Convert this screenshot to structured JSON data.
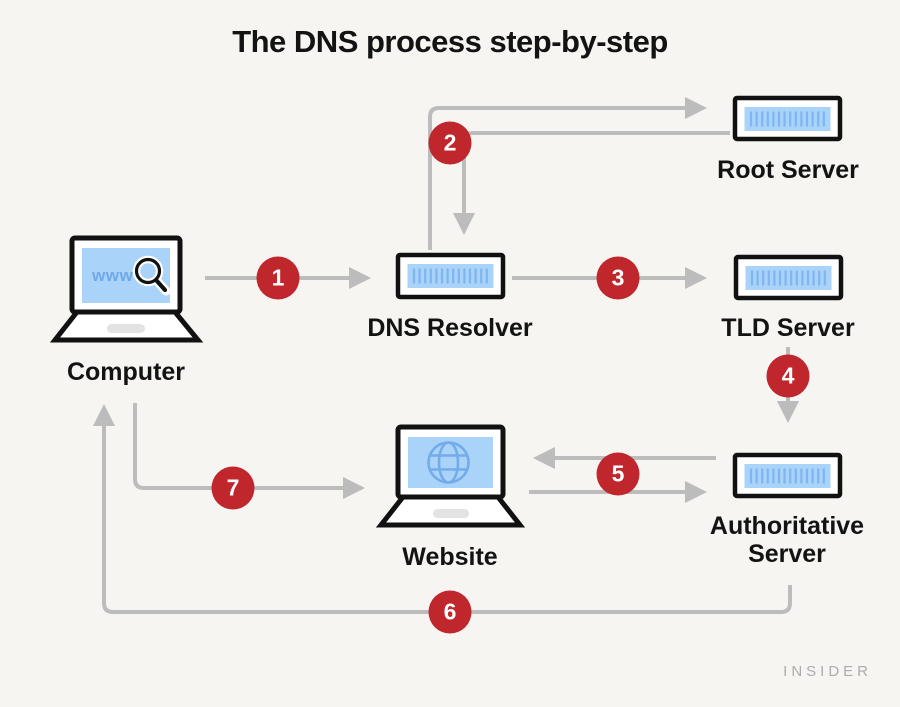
{
  "title": "The DNS process step-by-step",
  "watermark": "INSIDER",
  "computer_screen_text": "www",
  "colors": {
    "background": "#F6F5F2",
    "arrow_gray": "#BCBCBC",
    "badge_red": "#C0272C",
    "badge_text": "#FFFFFF",
    "screen_blue": "#A9D3F8",
    "stripe_blue": "#7FB5F1",
    "accent_blue": "#6FA9E8",
    "outline_black": "#111111",
    "label_black": "#131313"
  },
  "nodes": [
    {
      "id": "computer",
      "label": "Computer",
      "icon": "laptop-with-search"
    },
    {
      "id": "dns-resolver",
      "label": "DNS Resolver",
      "icon": "server"
    },
    {
      "id": "root-server",
      "label": "Root Server",
      "icon": "server"
    },
    {
      "id": "tld-server",
      "label": "TLD Server",
      "icon": "server"
    },
    {
      "id": "authoritative-server",
      "label": "Authoritative Server",
      "label_lines": [
        "Authoritative",
        "Server"
      ],
      "icon": "server"
    },
    {
      "id": "website",
      "label": "Website",
      "icon": "laptop-with-globe"
    }
  ],
  "steps": [
    {
      "number": "1",
      "from": "Computer",
      "to": "DNS Resolver"
    },
    {
      "number": "2",
      "from": "DNS Resolver",
      "to": "Root Server and back"
    },
    {
      "number": "3",
      "from": "DNS Resolver",
      "to": "TLD Server"
    },
    {
      "number": "4",
      "from": "TLD Server",
      "to": "Authoritative Server"
    },
    {
      "number": "5",
      "from": "Authoritative Server",
      "to": "Website and back"
    },
    {
      "number": "6",
      "from": "Authoritative Server",
      "to": "Computer"
    },
    {
      "number": "7",
      "from": "Computer",
      "to": "Website"
    }
  ]
}
